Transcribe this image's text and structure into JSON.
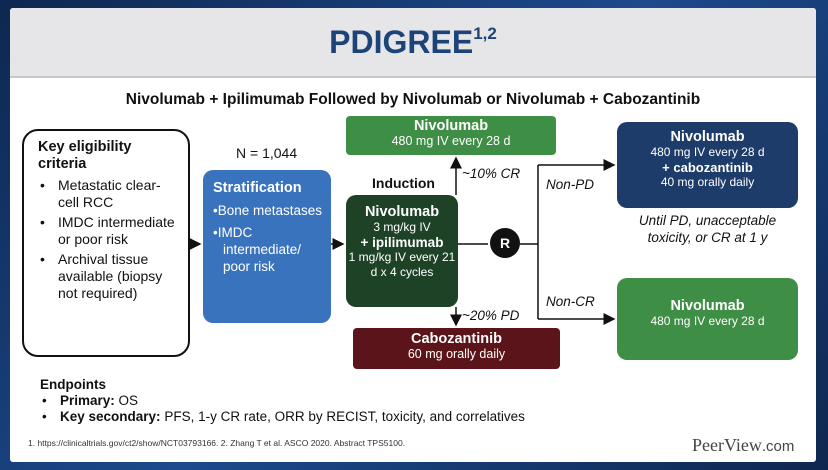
{
  "header": {
    "title": "PDIGREE",
    "title_sup": "1,2"
  },
  "subtitle": "Nivolumab + Ipilimumab Followed by Nivolumab or Nivolumab + Cabozantinib",
  "eligibility": {
    "heading": "Key eligibility criteria",
    "items": [
      "Metastatic clear-cell RCC",
      "IMDC intermediate or poor risk",
      "Archival tissue available (biopsy not required)"
    ]
  },
  "n_label": "N = 1,044",
  "stratification": {
    "heading": "Stratification",
    "items": [
      "Bone metastases",
      "IMDC intermediate/ poor risk"
    ]
  },
  "induction": {
    "label": "Induction",
    "drug1": "Nivolumab",
    "dose1": "3 mg/kg IV",
    "drug2": "+ ipilimumab",
    "dose2": "1 mg/kg IV every 21 d x 4 cycles"
  },
  "nivolumab_top": {
    "drug": "Nivolumab",
    "dose": "480 mg IV every 28 d"
  },
  "cabozantinib": {
    "drug": "Cabozantinib",
    "dose": "60 mg orally daily"
  },
  "randomize": "R",
  "branch_labels": {
    "cr": "~10% CR",
    "pd": "~20% PD",
    "non_pd": "Non-PD",
    "non_cr": "Non-CR"
  },
  "nivo_cabo": {
    "drug1": "Nivolumab",
    "dose1": "480 mg IV every 28 d",
    "drug2": "+ cabozantinib",
    "dose2": "40 mg orally daily"
  },
  "until_note": "Until PD, unacceptable toxicity, or CR at 1 y",
  "nivolumab_right": {
    "drug": "Nivolumab",
    "dose": "480 mg IV every 28 d"
  },
  "endpoints": {
    "heading": "Endpoints",
    "primary_label": "Primary:",
    "primary_value": "OS",
    "secondary_label": "Key secondary:",
    "secondary_value": "PFS, 1-y CR rate, ORR by RECIST, toxicity, and correlatives"
  },
  "footnote": "1. https://clinicaltrials.gov/ct2/show/NCT03793166. 2. Zhang T et al. ASCO 2020. Abstract TPS5100.",
  "brand": {
    "name": "PeerView",
    "suffix": ".com"
  }
}
